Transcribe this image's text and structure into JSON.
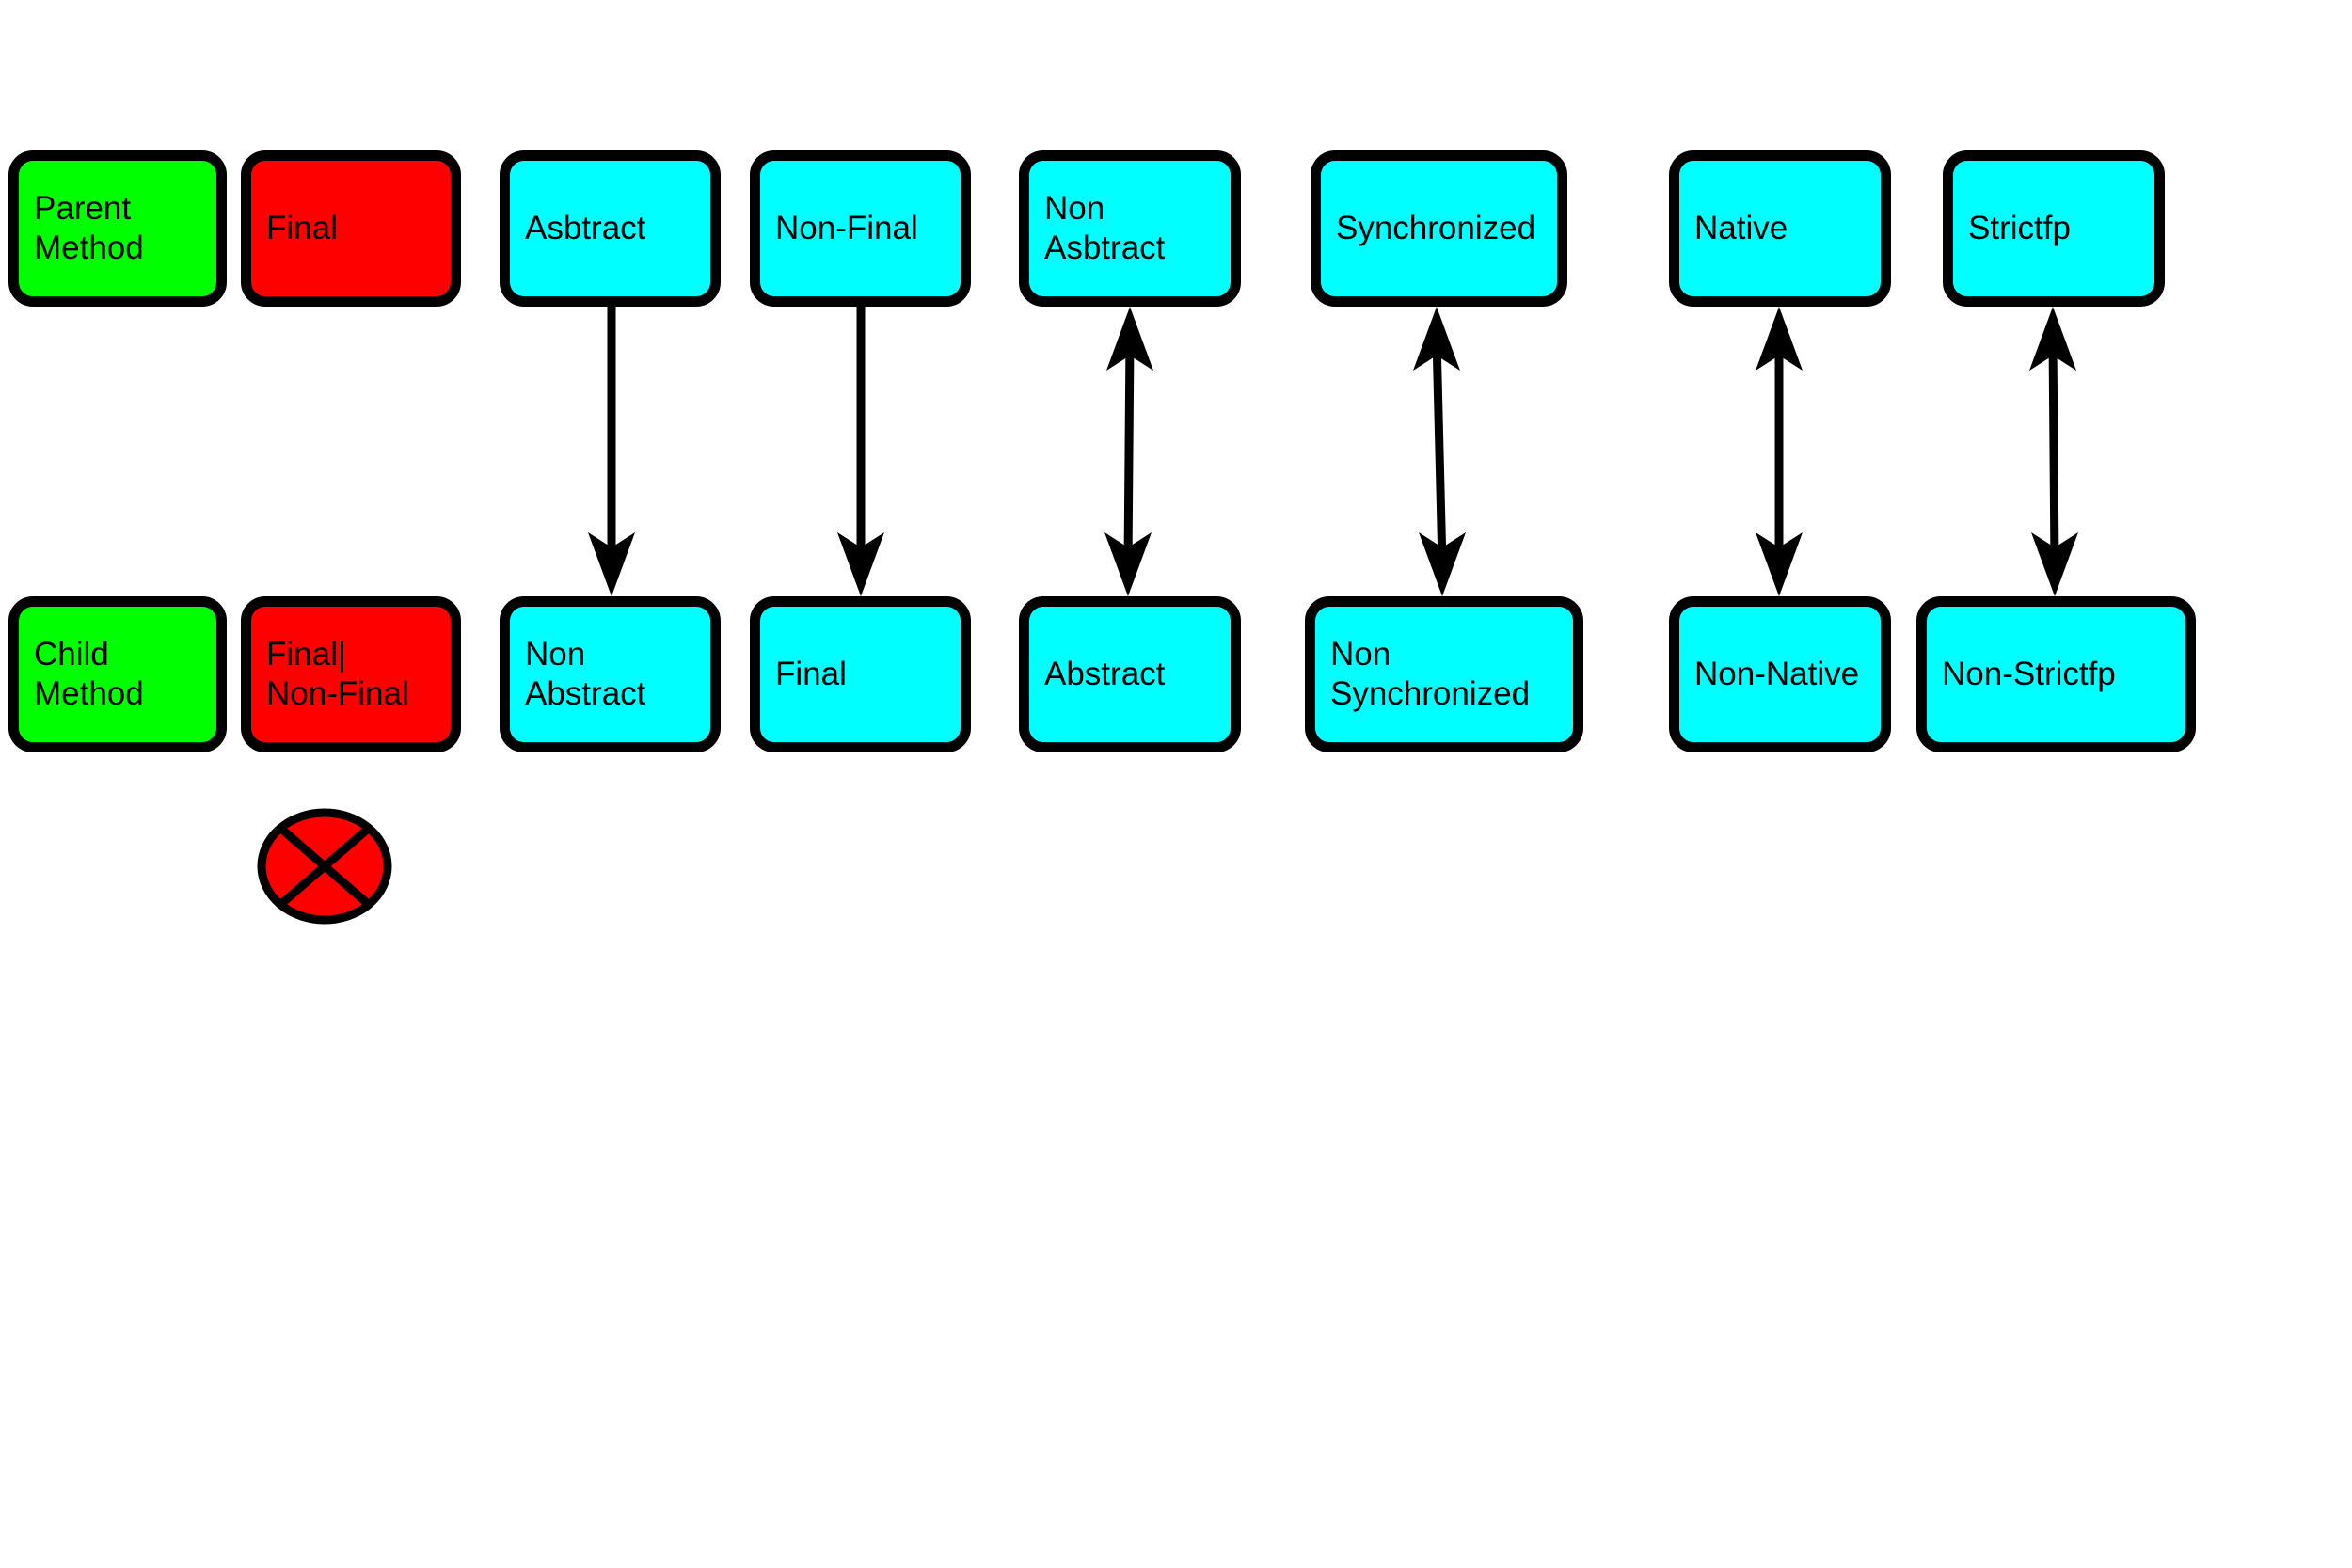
{
  "colors": {
    "legend": "#00ff00",
    "final": "#ff0000",
    "modifier": "#00ffff",
    "border": "#000000",
    "cross": "#ff0000"
  },
  "rows": {
    "parent": [
      {
        "id": "parent-method",
        "label": "Parent\nMethod",
        "role": "legend"
      },
      {
        "id": "final-parent",
        "label": "Final",
        "role": "final"
      },
      {
        "id": "abstract-parent",
        "label": "Asbtract",
        "role": "modifier"
      },
      {
        "id": "non-final-parent",
        "label": "Non-Final",
        "role": "modifier"
      },
      {
        "id": "non-abstract-parent",
        "label": "Non\nAsbtract",
        "role": "modifier"
      },
      {
        "id": "synchronized-parent",
        "label": "Synchronized",
        "role": "modifier"
      },
      {
        "id": "native-parent",
        "label": "Native",
        "role": "modifier"
      },
      {
        "id": "strictfp-parent",
        "label": "Strictfp",
        "role": "modifier"
      }
    ],
    "child": [
      {
        "id": "child-method",
        "label": "Child\nMethod",
        "role": "legend"
      },
      {
        "id": "final-child",
        "label": "Final|\nNon-Final",
        "role": "final"
      },
      {
        "id": "non-abstract-child",
        "label": "Non\nAbstract",
        "role": "modifier"
      },
      {
        "id": "final-child-2",
        "label": "Final",
        "role": "modifier"
      },
      {
        "id": "abstract-child",
        "label": "Abstract",
        "role": "modifier"
      },
      {
        "id": "non-synchronized-child",
        "label": "Non\nSynchronized",
        "role": "modifier"
      },
      {
        "id": "non-native-child",
        "label": "Non-Native",
        "role": "modifier"
      },
      {
        "id": "non-strictfp-child",
        "label": "Non-Strictfp",
        "role": "modifier"
      }
    ]
  },
  "edges": [
    {
      "from": "abstract-parent",
      "to": "non-abstract-child",
      "direction": "forward"
    },
    {
      "from": "non-final-parent",
      "to": "final-child-2",
      "direction": "forward"
    },
    {
      "from": "non-abstract-parent",
      "to": "abstract-child",
      "direction": "both"
    },
    {
      "from": "synchronized-parent",
      "to": "non-synchronized-child",
      "direction": "both"
    },
    {
      "from": "native-parent",
      "to": "non-native-child",
      "direction": "both"
    },
    {
      "from": "strictfp-parent",
      "to": "non-strictfp-child",
      "direction": "both"
    }
  ],
  "not_allowed_marker": {
    "under": "final-child",
    "icon": "cross-circle-icon"
  }
}
